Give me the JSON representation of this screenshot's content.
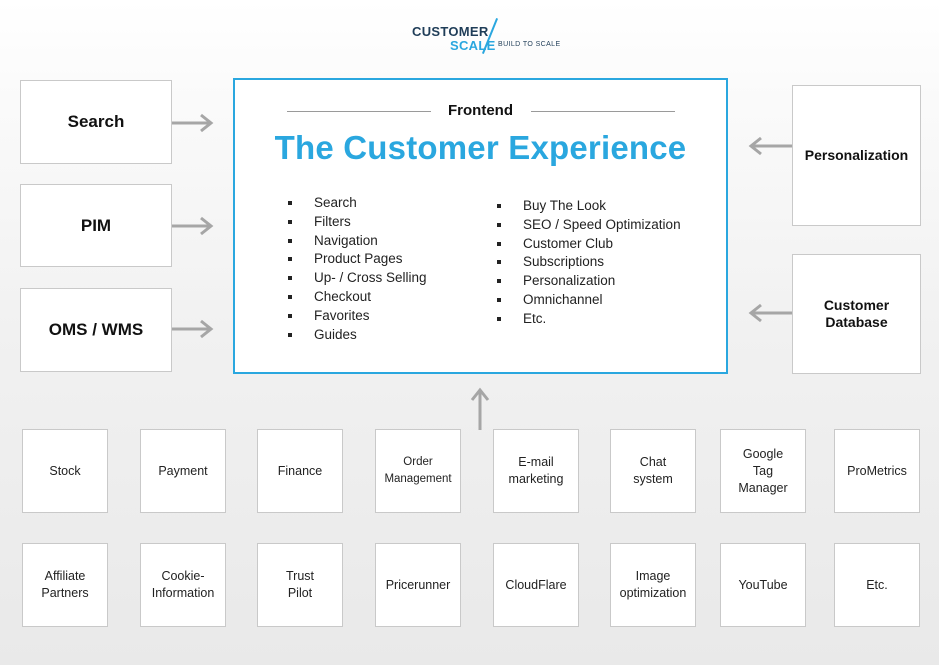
{
  "logo": {
    "line1": "CUSTOMER",
    "line2": "SCALE",
    "tagline": "BUILD TO SCALE"
  },
  "left_sources": [
    "Search",
    "PIM",
    "OMS / WMS"
  ],
  "right_sources": [
    "Personalization",
    "Customer Database"
  ],
  "frontend": {
    "subtitle": "Frontend",
    "title": "The Customer Experience",
    "features_col1": [
      "Search",
      "Filters",
      "Navigation",
      "Product Pages",
      "Up- / Cross Selling",
      "Checkout",
      "Favorites",
      "Guides"
    ],
    "features_col2": [
      "Buy The Look",
      "SEO / Speed Optimization",
      "Customer Club",
      "Subscriptions",
      "Personalization",
      "Omnichannel",
      "Etc."
    ]
  },
  "integrations_row1": [
    "Stock",
    "Payment",
    "Finance",
    "Order\nManagement",
    "E-mail\nmarketing",
    "Chat\nsystem",
    "Google\nTag\nManager",
    "ProMetrics"
  ],
  "integrations_row2": [
    "Affiliate\nPartners",
    "Cookie-\nInformation",
    "Trust\nPilot",
    "Pricerunner",
    "CloudFlare",
    "Image\noptimization",
    "YouTube",
    "Etc."
  ],
  "colors": {
    "accent": "#2aa7df",
    "logo_dark": "#1f3d58",
    "arrow": "#a6a6a6",
    "box_border": "#c9c9c9"
  },
  "icons": [
    "arrow-right-icon",
    "arrow-left-icon",
    "arrow-up-icon"
  ]
}
